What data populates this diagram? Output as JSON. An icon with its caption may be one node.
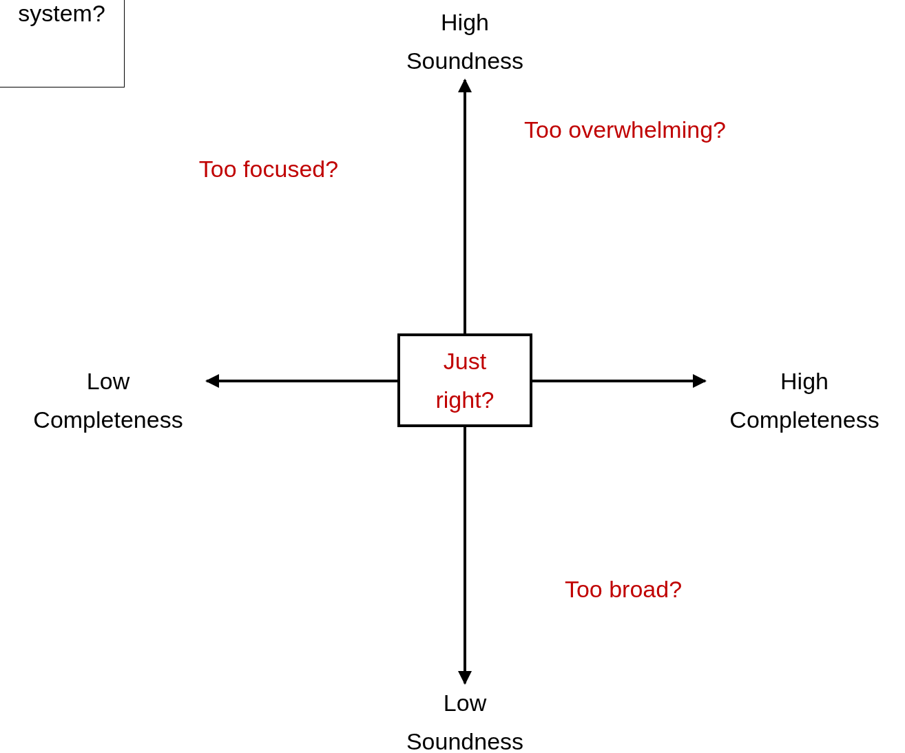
{
  "diagram": {
    "nodes": [
      {
        "text": [
          "system?"
        ]
      },
      {
        "text": [
          "Just right?"
        ]
      },
      {
        "text": [
          "High Soundness"
        ]
      },
      {
        "text": [
          "Low Completeness"
        ]
      },
      {
        "text": [
          "High Completeness"
        ]
      },
      {
        "text": [
          "Low Soundness"
        ]
      }
    ],
    "edges": [
      {
        "from": 1,
        "to": 2,
        "arrow": "to"
      },
      {
        "from": 1,
        "to": 3,
        "arrow": "to"
      },
      {
        "from": 1,
        "to": 4,
        "arrow": "to"
      },
      {
        "from": 1,
        "to": 5,
        "arrow": "to"
      }
    ],
    "labels": [
      "Too overwhelming?",
      "Too focused?",
      "Too broad?"
    ]
  }
}
